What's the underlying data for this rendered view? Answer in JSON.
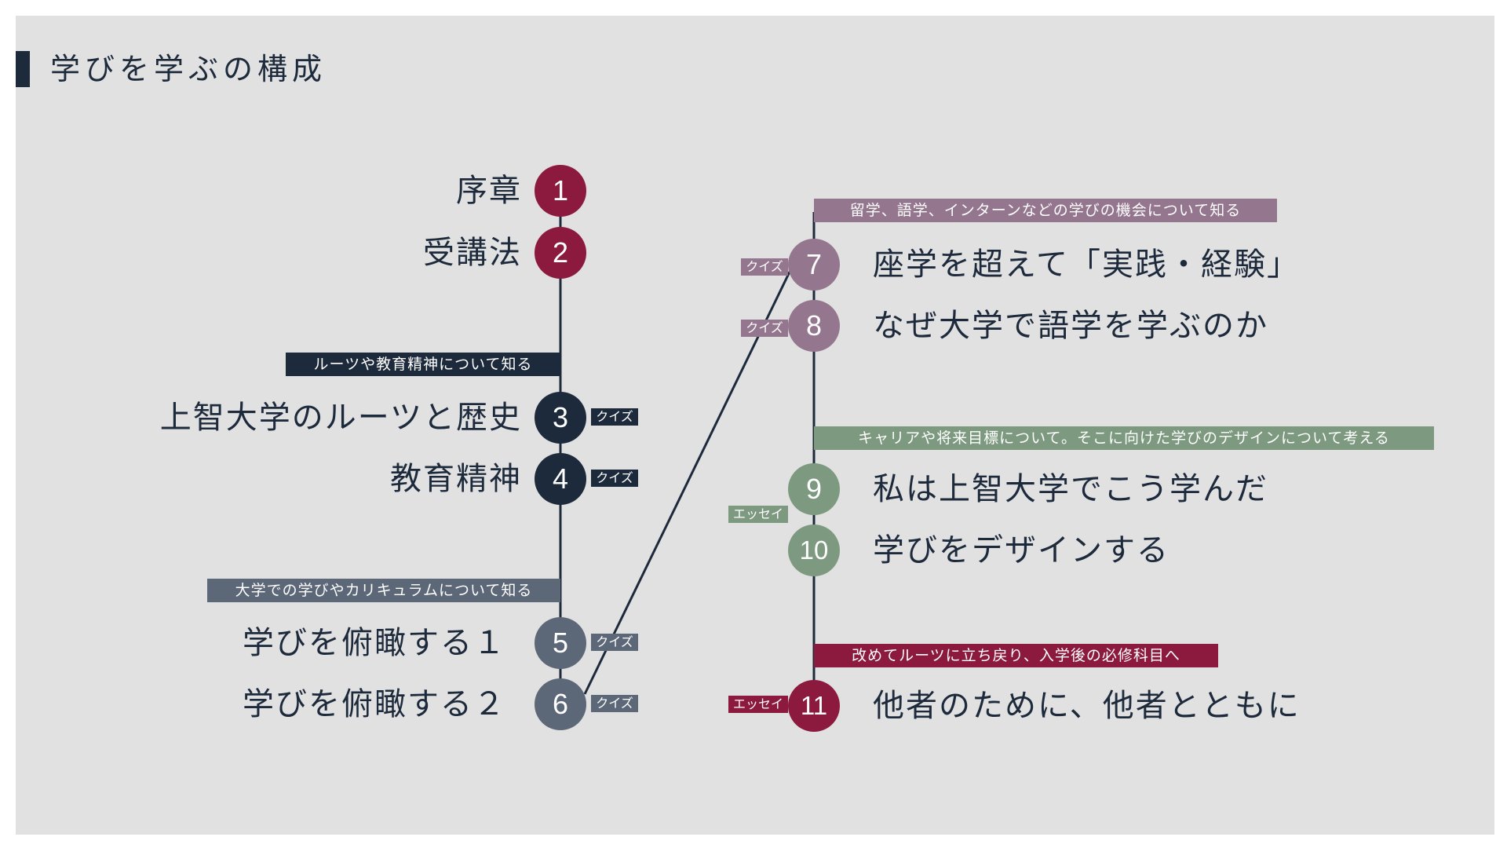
{
  "title": "学びを学ぶの構成",
  "colors": {
    "crimson": "#8c1a3e",
    "navy": "#1d2a3c",
    "slate": "#5c6778",
    "mauve": "#94778f",
    "sage": "#7d9a80",
    "background": "#e1e1e1"
  },
  "banners": {
    "roots": "ルーツや教育精神について知る",
    "curriculum": "大学での学びやカリキュラムについて知る",
    "opportunities": "留学、語学、インターンなどの学びの機会について知る",
    "career": "キャリアや将来目標について。そこに向けた学びのデザインについて考える",
    "return": "改めてルーツに立ち戻り、入学後の必修科目へ"
  },
  "chapters": [
    {
      "num": "1",
      "title": "序章"
    },
    {
      "num": "2",
      "title": "受講法"
    },
    {
      "num": "3",
      "title": "上智大学のルーツと歴史",
      "tag": "クイズ"
    },
    {
      "num": "4",
      "title": "教育精神",
      "tag": "クイズ"
    },
    {
      "num": "5",
      "title": "学びを俯瞰する１",
      "tag": "クイズ"
    },
    {
      "num": "6",
      "title": "学びを俯瞰する２",
      "tag": "クイズ"
    },
    {
      "num": "7",
      "title": "座学を超えて「実践・経験」",
      "tag": "クイズ"
    },
    {
      "num": "8",
      "title": "なぜ大学で語学を学ぶのか",
      "tag": "クイズ"
    },
    {
      "num": "9",
      "title": "私は上智大学でこう学んだ"
    },
    {
      "num": "10",
      "title": "学びをデザインする"
    },
    {
      "num": "11",
      "title": "他者のために、他者とともに",
      "tag": "エッセイ"
    }
  ],
  "shared_tag_9_10": "エッセイ"
}
